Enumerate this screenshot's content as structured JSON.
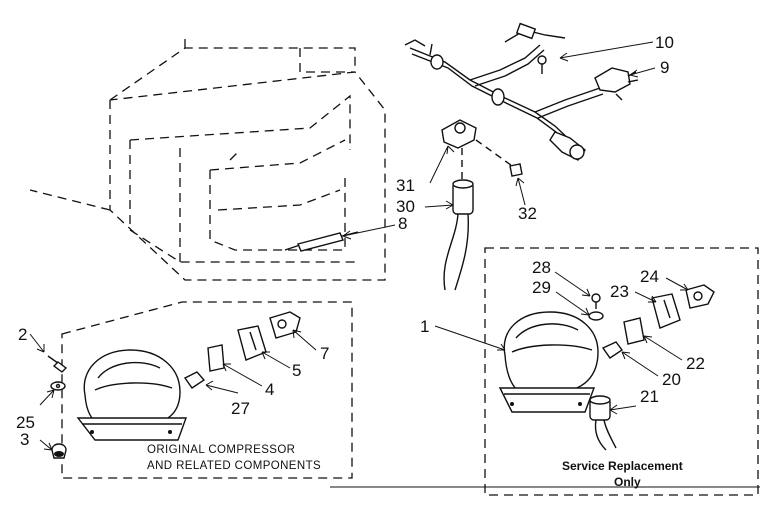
{
  "callouts": {
    "c1": "1",
    "c2": "2",
    "c3": "3",
    "c4": "4",
    "c5": "5",
    "c7": "7",
    "c8": "8",
    "c9": "9",
    "c10": "10",
    "c20": "20",
    "c21": "21",
    "c22": "22",
    "c23": "23",
    "c24": "24",
    "c25": "25",
    "c27": "27",
    "c28": "28",
    "c29": "29",
    "c30": "30",
    "c31": "31",
    "c32": "32"
  },
  "original_group": {
    "caption_line1": "ORIGINAL COMPRESSOR",
    "caption_line2": "AND RELATED COMPONENTS"
  },
  "service_group": {
    "caption_line1": "Service Replacement",
    "caption_line2": "Only"
  }
}
